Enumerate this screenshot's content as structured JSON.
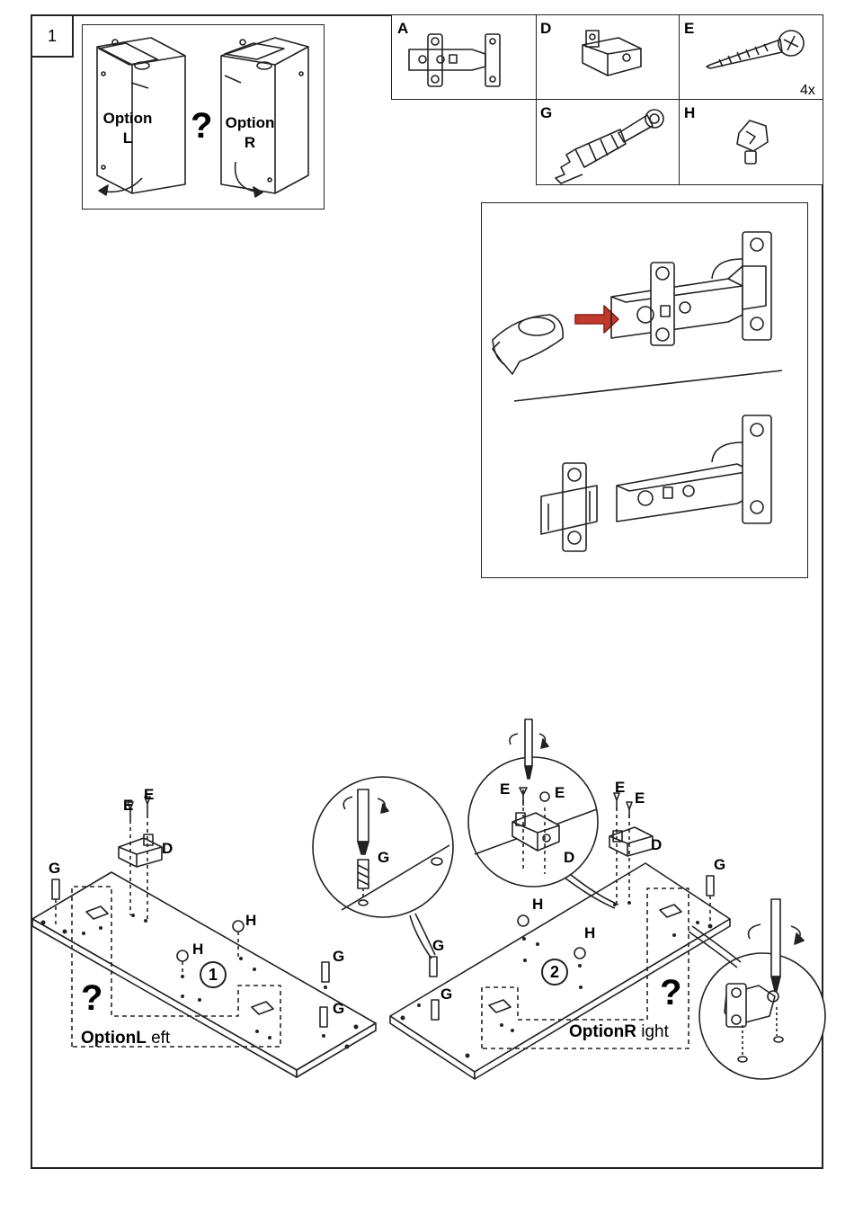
{
  "step_number": "1",
  "parts": [
    {
      "letter": "A",
      "icon": "hinge-icon"
    },
    {
      "letter": "D",
      "icon": "mounting-block-icon"
    },
    {
      "letter": "E",
      "icon": "screw-icon",
      "quantity": "4x"
    },
    {
      "letter": "G",
      "icon": "cam-dowel-icon"
    },
    {
      "letter": "H",
      "icon": "cam-lock-icon"
    }
  ],
  "option_choice": {
    "left_label": "Option\nL",
    "right_label": "Option\nR",
    "question": "?"
  },
  "assembly": {
    "left": {
      "step": "1",
      "question": "?",
      "option_bold": "OptionL",
      "option_rest": " eft",
      "labels": {
        "e1": "E",
        "e2": "E",
        "d": "D",
        "g1": "G",
        "h1": "H",
        "h2": "H",
        "g2": "G",
        "g3": "G"
      }
    },
    "detail_left": {
      "g": "G"
    },
    "detail_mid": {
      "e1": "E",
      "e2": "E",
      "d": "D"
    },
    "right": {
      "step": "2",
      "question": "?",
      "option_bold": "OptionR",
      "option_rest": " ight",
      "labels": {
        "e1": "E",
        "e2": "E",
        "d": "D",
        "g1": "G",
        "h1": "H",
        "h2": "H",
        "g2": "G",
        "g3": "G"
      }
    }
  },
  "colors": {
    "line": "#222222",
    "arrow": "#c0392b"
  }
}
